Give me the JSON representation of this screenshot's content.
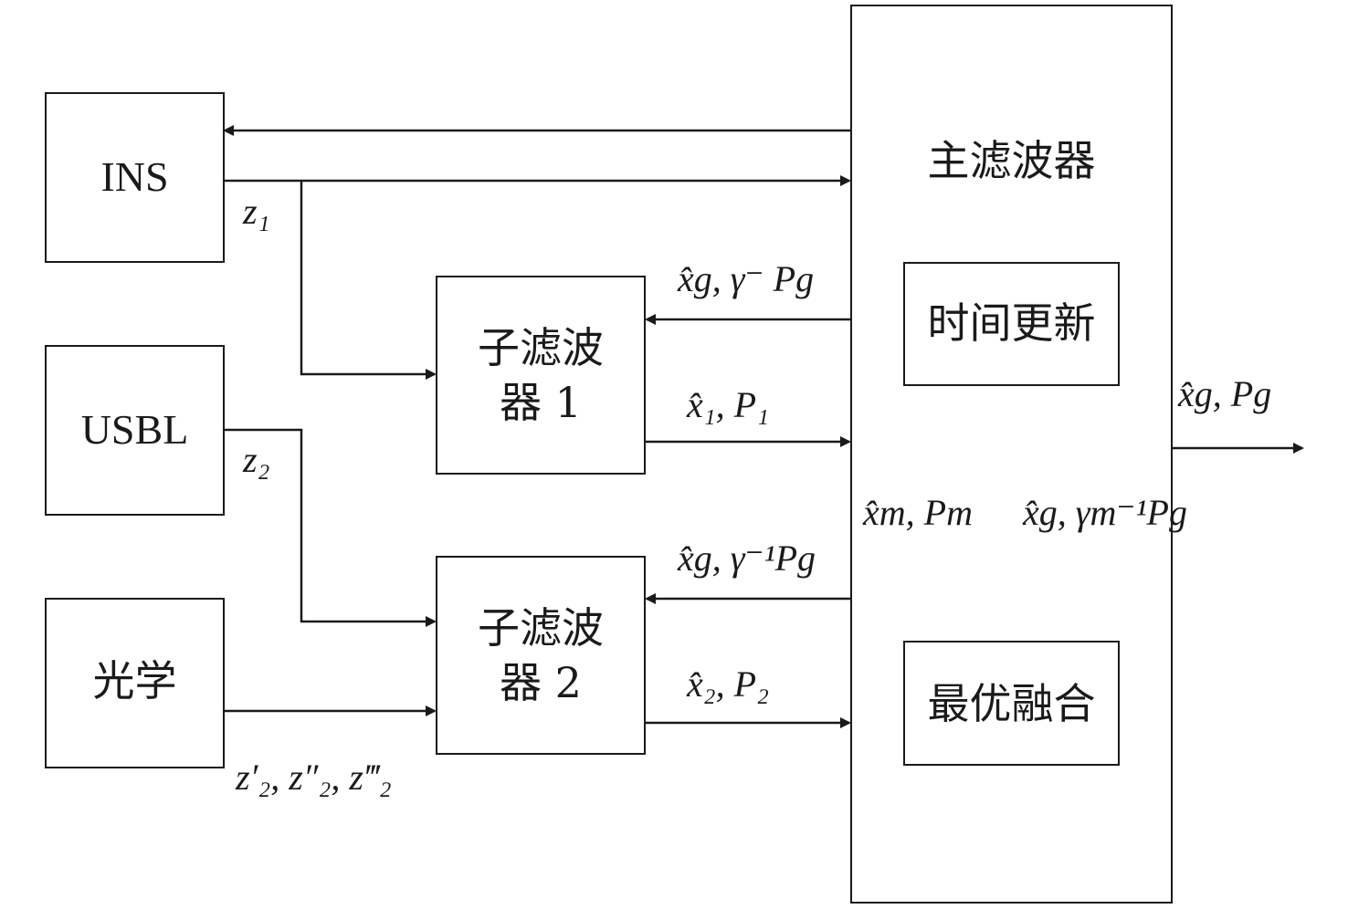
{
  "blocks": {
    "ins": "INS",
    "usbl": "USBL",
    "optical": "光学",
    "sub_filter_1": "子滤波\n器 1",
    "sub_filter_2": "子滤波\n器 2",
    "main_filter": "主滤波器",
    "time_update": "时间更新",
    "optimal_fusion": "最优融合"
  },
  "signals": {
    "z1": "z₁",
    "z2": "z₂",
    "z_optical": "z′₂, z″₂, z‴₂",
    "to_sub1": "x̂g, γ⁻ Pg",
    "from_sub1": "x̂₁, P₁",
    "to_sub2": "x̂g, γ⁻¹Pg",
    "from_sub2": "x̂₂, P₂",
    "to_fusion": "x̂m, Pm",
    "from_fusion": "x̂g, γm⁻¹Pg",
    "output": "x̂g, Pg"
  },
  "colors": {
    "line": "#1a1a1a",
    "background": "#ffffff"
  }
}
